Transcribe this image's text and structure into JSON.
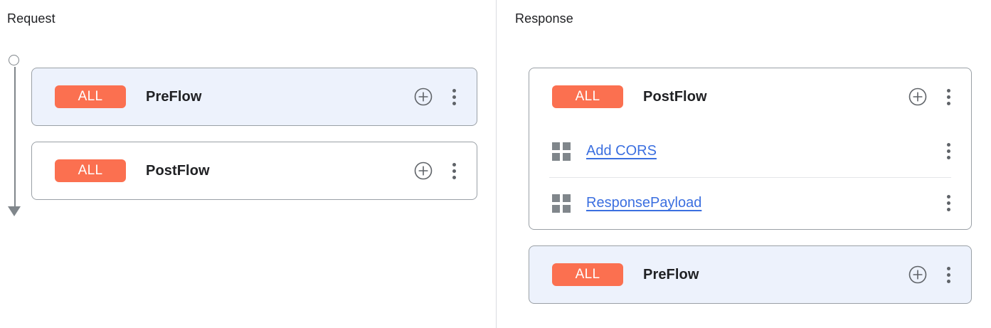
{
  "request_pane": {
    "title": "Request",
    "rail": {
      "start_icon": "circle-node",
      "end_icon": "arrow-down"
    },
    "cards": [
      {
        "id": "request-preflow",
        "selected": true,
        "badge": "ALL",
        "name": "PreFlow",
        "add_icon": "plus-circle-icon",
        "menu_icon": "more-vert-icon",
        "policies": []
      },
      {
        "id": "request-postflow",
        "selected": false,
        "badge": "ALL",
        "name": "PostFlow",
        "add_icon": "plus-circle-icon",
        "menu_icon": "more-vert-icon",
        "policies": []
      }
    ]
  },
  "response_pane": {
    "title": "Response",
    "rail": {
      "start_icon": "arrow-up",
      "end_icon": "circle-node"
    },
    "cards": [
      {
        "id": "response-postflow",
        "selected": false,
        "badge": "ALL",
        "name": "PostFlow",
        "add_icon": "plus-circle-icon",
        "menu_icon": "more-vert-icon",
        "policies": [
          {
            "handle_icon": "grid-handle-icon",
            "name": "Add CORS",
            "menu_icon": "more-vert-icon"
          },
          {
            "handle_icon": "grid-handle-icon",
            "name": "ResponsePayload",
            "menu_icon": "more-vert-icon"
          }
        ]
      },
      {
        "id": "response-preflow",
        "selected": true,
        "badge": "ALL",
        "name": "PreFlow",
        "add_icon": "plus-circle-icon",
        "menu_icon": "more-vert-icon",
        "policies": []
      }
    ]
  },
  "colors": {
    "badge_orange": "#fb7050",
    "selected_card_bg": "#edf2fc",
    "card_border": "#9aa0a6",
    "link_blue": "#3b6fe0",
    "rail_gray": "#80868b",
    "divider_gray": "#dadce0"
  }
}
